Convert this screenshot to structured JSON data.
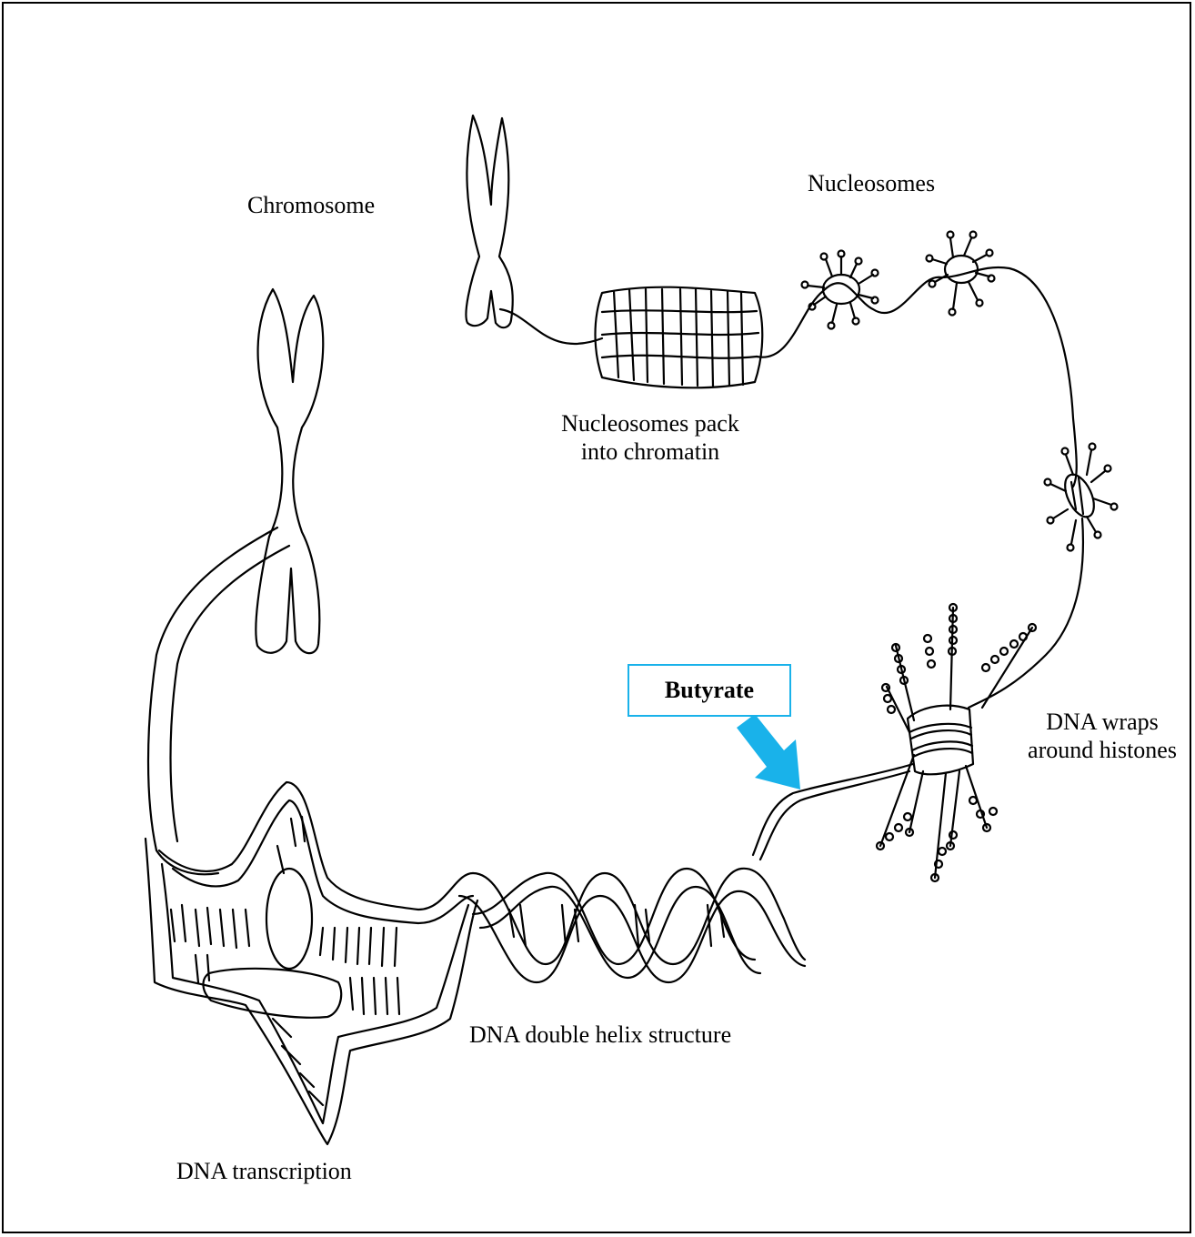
{
  "labels": {
    "chromosome": "Chromosome",
    "nucleosomes": "Nucleosomes",
    "chromatin_line1": "Nucleosomes pack",
    "chromatin_line2": "into chromatin",
    "dna_wraps_line1": "DNA wraps",
    "dna_wraps_line2": "around histones",
    "double_helix": "DNA double helix structure",
    "transcription": "DNA transcription",
    "butyrate": "Butyrate"
  },
  "colors": {
    "arrow": "#19b2ea",
    "line": "#000000",
    "border": "#000000"
  }
}
